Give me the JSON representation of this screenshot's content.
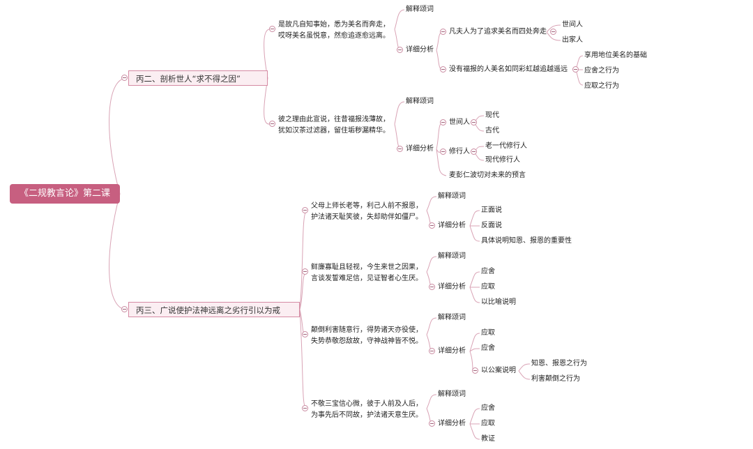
{
  "title": "《二规教言论》第二课",
  "branches": [
    {
      "label": "丙二、剖析世人“求不得之因”",
      "children": [
        {
          "text": "是故凡自知事始，悉为美名而奔走，哎呀美名虽悦意，然愈追逐愈远离。",
          "explain": "解释颂词",
          "detail": "详细分析",
          "items": [
            {
              "label": "凡夫人为了追求美名而四处奔走",
              "children": [
                "世间人",
                "出家人"
              ]
            },
            {
              "label": "没有福报的人美名如同彩虹越追越遥远",
              "children": [
                "享用地位美名的基础",
                "应舍之行为",
                "应取之行为"
              ]
            }
          ]
        },
        {
          "text": "彼之理由此宣说，往昔福报浅薄故，犹如汉茶过滤器，留住垢秽漏精华。",
          "explain": "解释颂词",
          "detail": "详细分析",
          "items": [
            {
              "label": "世间人",
              "children": [
                "现代",
                "古代"
              ]
            },
            {
              "label": "修行人",
              "children": [
                "老一代修行人",
                "现代修行人"
              ]
            },
            {
              "label": "麦彭仁波切对未来的预言",
              "children": []
            }
          ]
        }
      ]
    },
    {
      "label": "丙三、广说使护法神远离之劣行引以为戒",
      "children": [
        {
          "text": "父母上师长老等，利己人前不报恩，护法诸天耻笑彼，失却助伴如僵尸。",
          "explain": "解释颂词",
          "detail": "详细分析",
          "items": [
            "正面说",
            "反面说",
            "具体说明知恩、报恩的重要性"
          ]
        },
        {
          "text": "鲜廉寡耻且轻视，今生来世之因果，言谈发誓难足信，见证智者心生厌。",
          "explain": "解释颂词",
          "detail": "详细分析",
          "items": [
            "应舍",
            "应取",
            "以比喻说明"
          ]
        },
        {
          "text": "颠倒利害随意行，得势诸天亦役使，失势恭敬怨敌故，守神战神皆不悦。",
          "explain": "解释颂词",
          "detail": "详细分析",
          "items": [
            "应取",
            "应舍"
          ],
          "case_label": "以公案说明",
          "case_children": [
            "知恩、报恩之行为",
            "利害颠倒之行为"
          ]
        },
        {
          "text": "不敬三宝信心微，彼于人前及人后，为事先后不同故，护法诸天意生厌。",
          "explain": "解释颂词",
          "detail": "详细分析",
          "items": [
            "应舍",
            "应取",
            "教证"
          ]
        }
      ]
    }
  ]
}
